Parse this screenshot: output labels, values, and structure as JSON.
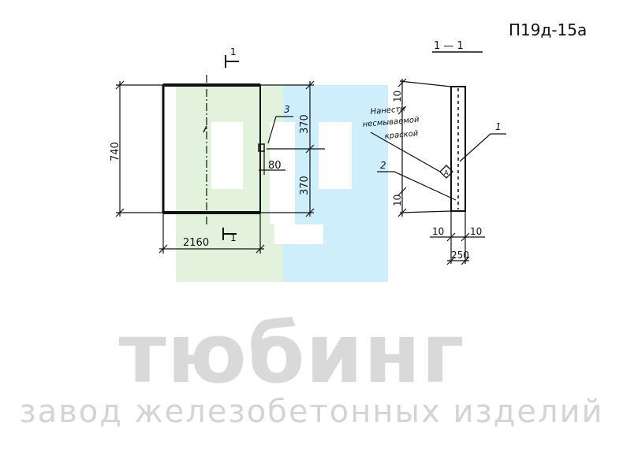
{
  "header": {
    "code": "П19д-15а"
  },
  "watermark": {
    "brand": "тюбинг",
    "tagline": "завод железобетонных изделий",
    "colors": {
      "green": "#e2f2dc",
      "blue": "#cdeefa",
      "text": "#d9d9d9"
    }
  },
  "drawing": {
    "section_cut_label": "1",
    "section_title": "1 — 1",
    "dimensions": {
      "height_total": "740",
      "length": "2160",
      "upper_half": "370",
      "lower_half": "370",
      "offset": "80",
      "edge_top": "10",
      "edge_bottom": "10",
      "side_left": "10",
      "side_right": "10",
      "thickness": "250"
    },
    "callouts": {
      "c1": "1",
      "c2": "2",
      "c3": "3"
    },
    "note": {
      "line1": "Нанести",
      "line2": "несмываемой",
      "line3": "краской"
    }
  }
}
